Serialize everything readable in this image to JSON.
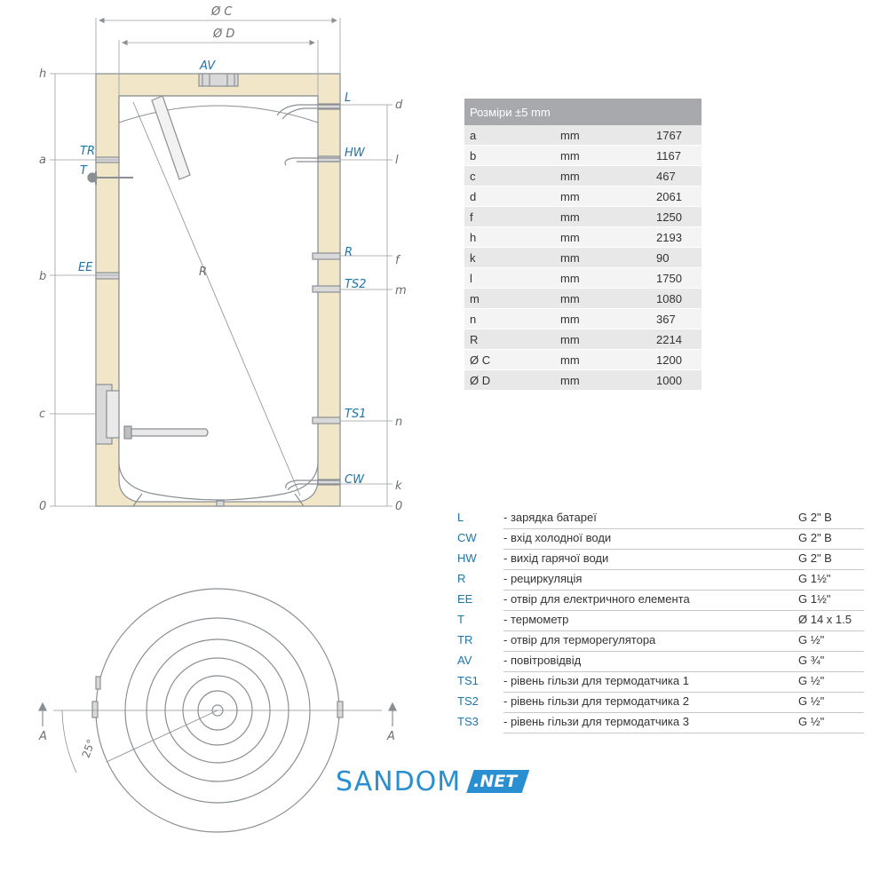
{
  "drawing": {
    "dimension_labels": {
      "outer_diameter": "Ø C",
      "inner_diameter": "Ø D",
      "h": "h",
      "a": "a",
      "b": "b",
      "c": "c",
      "zero_left": "0",
      "d": "d",
      "l": "l",
      "f": "f",
      "m": "m",
      "n": "n",
      "k": "k",
      "zero_right": "0",
      "radius": "R",
      "angle": "25°",
      "section_left": "A",
      "section_right": "A"
    },
    "port_labels": {
      "AV": "AV",
      "TR": "TR",
      "T": "T",
      "EE": "EE",
      "L": "L",
      "HW": "HW",
      "R": "R",
      "TS2": "TS2",
      "TS1": "TS1",
      "CW": "CW"
    },
    "colors": {
      "insulation": "#f1e7c8",
      "line": "#8a8f93",
      "port_label": "#1f74a8"
    }
  },
  "dimensions_table": {
    "header": "Розміри ±5 mm",
    "rows": [
      {
        "param": "a",
        "unit": "mm",
        "value": "1767"
      },
      {
        "param": "b",
        "unit": "mm",
        "value": "1167"
      },
      {
        "param": "c",
        "unit": "mm",
        "value": "467"
      },
      {
        "param": "d",
        "unit": "mm",
        "value": "2061"
      },
      {
        "param": "f",
        "unit": "mm",
        "value": "1250"
      },
      {
        "param": "h",
        "unit": "mm",
        "value": "2193"
      },
      {
        "param": "k",
        "unit": "mm",
        "value": "90"
      },
      {
        "param": "l",
        "unit": "mm",
        "value": "1750"
      },
      {
        "param": "m",
        "unit": "mm",
        "value": "1080"
      },
      {
        "param": "n",
        "unit": "mm",
        "value": "367"
      },
      {
        "param": "R",
        "unit": "mm",
        "value": "2214"
      },
      {
        "param": "Ø C",
        "unit": "mm",
        "value": "1200"
      },
      {
        "param": "Ø D",
        "unit": "mm",
        "value": "1000"
      }
    ]
  },
  "legend": [
    {
      "code": "L",
      "desc": "- зарядка батареї",
      "thread": "G 2\" B"
    },
    {
      "code": "CW",
      "desc": "- вхід холодної води",
      "thread": "G 2\" B"
    },
    {
      "code": "HW",
      "desc": "- вихід гарячої води",
      "thread": "G 2\" B"
    },
    {
      "code": "R",
      "desc": "- рециркуляція",
      "thread": "G 1½\""
    },
    {
      "code": "EE",
      "desc": "- отвір для електричного елемента",
      "thread": "G 1½\""
    },
    {
      "code": "T",
      "desc": "- термометр",
      "thread": "Ø 14 x 1.5"
    },
    {
      "code": "TR",
      "desc": "- отвір для терморегулятора",
      "thread": "G ½\""
    },
    {
      "code": "AV",
      "desc": "- повітровідвід",
      "thread": "G ¾\""
    },
    {
      "code": "TS1",
      "desc": "- рівень гільзи для термодатчика 1",
      "thread": "G ½\""
    },
    {
      "code": "TS2",
      "desc": "- рівень гільзи для термодатчика 2",
      "thread": "G ½\""
    },
    {
      "code": "TS3",
      "desc": "- рівень гільзи для термодатчика 3",
      "thread": "G ½\""
    }
  ],
  "brand": {
    "name": "SANDOM",
    "tld": ".NET"
  }
}
